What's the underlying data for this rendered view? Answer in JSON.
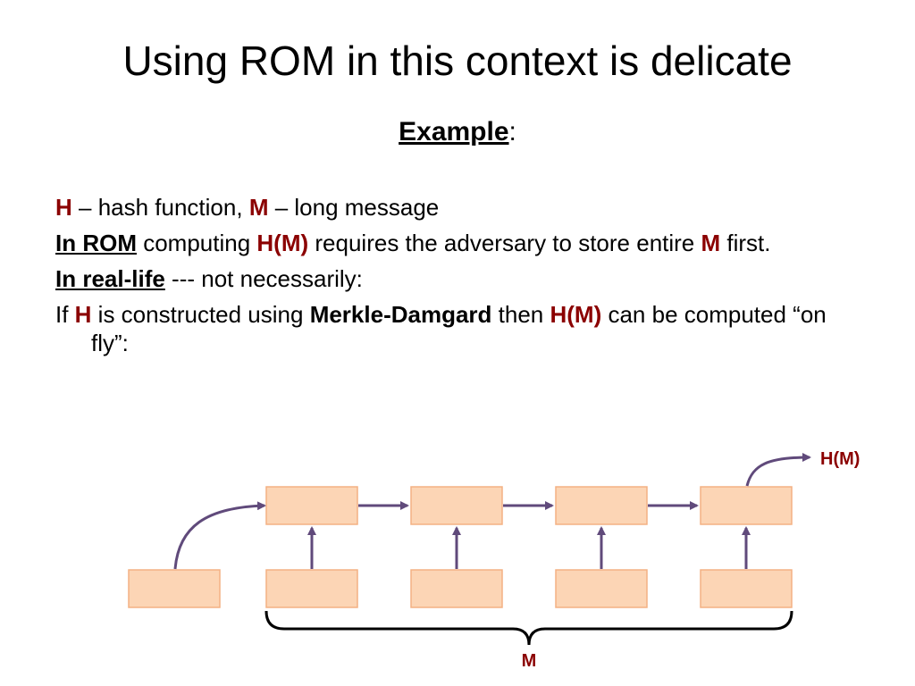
{
  "slide": {
    "title": "Using ROM in this context is delicate",
    "subtitle_label": "Example",
    "subtitle_colon": ":"
  },
  "bullets": {
    "b1": {
      "h": "H",
      "t1": " – hash function, ",
      "m": "M",
      "t2": " – long message"
    },
    "b2": {
      "lead": "In ROM",
      "t1": " computing ",
      "hm": "H(M)",
      "t2": " requires the adversary to store entire ",
      "m": "M",
      "t3": " first."
    },
    "b3": {
      "lead": "In real-life",
      "t1": " --- not necessarily:"
    },
    "b4": {
      "t1": "If ",
      "h": "H",
      "t2": " is constructed using ",
      "md": "Merkle-Damgard",
      "t3": " then ",
      "hm": "H(M)",
      "t4": " can be computed “on fly”:"
    }
  },
  "diagram": {
    "output_label": "H(M)",
    "message_label": "M",
    "colors": {
      "box_fill": "#fcd5b5",
      "box_border": "#f4b183",
      "arrow": "#604a7b",
      "label": "#8b0000"
    }
  }
}
